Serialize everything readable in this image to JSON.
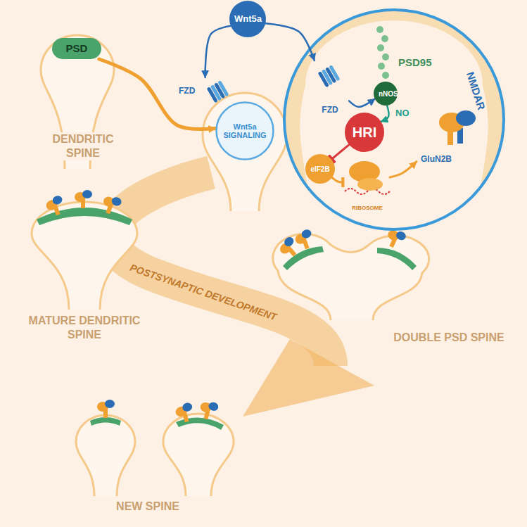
{
  "diagram": {
    "nodes": [
      {
        "text": [
          "Wnt5a"
        ]
      },
      {
        "text": [
          "PSD"
        ]
      },
      {
        "text": [
          "FZD"
        ]
      },
      {
        "text": [
          "Wnt5a SIGNALING"
        ]
      },
      {
        "text": [
          "FZD"
        ]
      },
      {
        "text": [
          "nNOS"
        ]
      },
      {
        "text": [
          "HRI"
        ]
      },
      {
        "text": [
          "eIF2B"
        ]
      },
      {
        "text": [
          "RIBOSOME"
        ]
      },
      {
        "text": [
          "GluN2B"
        ]
      }
    ],
    "edges": [
      {
        "from": 0,
        "to": 2,
        "arrow": "to"
      },
      {
        "from": 0,
        "to": 4,
        "arrow": "to"
      },
      {
        "from": 1,
        "to": 3,
        "arrow": "to"
      },
      {
        "from": 4,
        "to": 5,
        "arrow": "to"
      },
      {
        "from": 5,
        "to": 6,
        "label": "NO",
        "arrow": "to"
      },
      {
        "from": 6,
        "to": 7,
        "arrow": "to"
      },
      {
        "from": 7,
        "to": 8,
        "arrow": "to"
      },
      {
        "from": 8,
        "to": 9,
        "arrow": "to"
      }
    ],
    "labels": [
      "DENDRITIC SPINE",
      "PSD95",
      "NMDAR",
      "MATURE DENDRITIC SPINE",
      "POSTSYNAPTIC DEVELOPMENT",
      "DOUBLE PSD SPINE",
      "NEW SPINE"
    ]
  }
}
